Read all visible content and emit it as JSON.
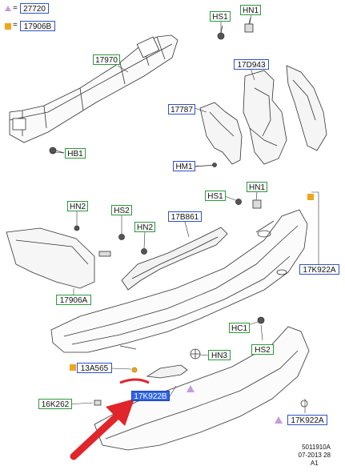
{
  "legend": {
    "triangle_symbol": "=",
    "triangle_code": "27720",
    "square_symbol": "=",
    "square_code": "17906B",
    "triangle_color": "#c59be0",
    "square_color": "#f0a51b"
  },
  "labels": {
    "hs1_top": "HS1",
    "hn1_top": "HN1",
    "p17970": "17970",
    "p17d943": "17D943",
    "p17787": "17787",
    "hb1": "HB1",
    "hm1": "HM1",
    "hn2_left": "HN2",
    "hs2_left": "HS2",
    "p17b861": "17B861",
    "hn2_mid": "HN2",
    "hs1_right": "HS1",
    "hn1_right": "HN1",
    "p17k922a_right": "17K922A",
    "p17906a": "17906A",
    "hc1": "HC1",
    "hn3": "HN3",
    "hs2_right": "HS2",
    "p13a565": "13A565",
    "p17k922b": "17K922B",
    "p16k262": "16K262",
    "p17k922a_bottom": "17K922A"
  },
  "footer": {
    "line1": "5011910A",
    "line2": "07-2013 28",
    "line3": "A1"
  },
  "colors": {
    "green_box": "#2a9a3a",
    "blue_box": "#2c53c8",
    "highlight": "#2f64e6",
    "arrow": "#e0262b"
  }
}
